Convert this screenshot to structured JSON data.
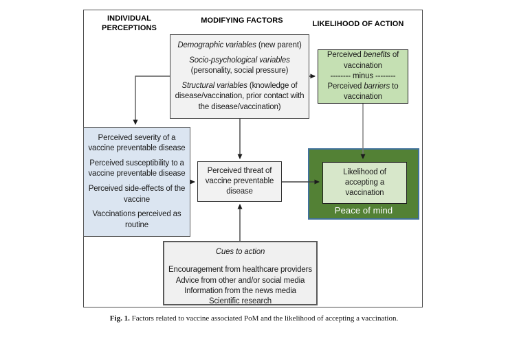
{
  "headers": {
    "individual": "INDIVIDUAL PERCEPTIONS",
    "modifying": "MODIFYING FACTORS",
    "likelihood": "LIKELIHOOD OF ACTION"
  },
  "modifying_box": {
    "paragraphs": [
      {
        "italic": "Demographic variables",
        "normal": " (new parent)"
      },
      {
        "italic": "Socio-psychological variables",
        "normal": " (personality, social pressure)"
      },
      {
        "italic": "Structural variables",
        "normal": " (knowledge of disease/vaccination, prior contact with the disease/vaccination)"
      }
    ]
  },
  "benefits_box": {
    "line1_pre": "Perceived ",
    "line1_italic": "benefits",
    "line1_post": " of vaccination",
    "minus_line": "-------- minus --------",
    "line2_pre": "Perceived ",
    "line2_italic": "barriers",
    "line2_post": " to vaccination"
  },
  "perceptions_box": {
    "items": [
      "Perceived severity of a vaccine preventable disease",
      "Perceived susceptibility to a vaccine preventable disease",
      "Perceived side-effects of the vaccine",
      "Vaccinations perceived as routine"
    ]
  },
  "threat_box": {
    "text": "Perceived threat of vaccine preventable disease"
  },
  "pom_box": {
    "likelihood_text": "Likelihood of accepting a vaccination",
    "pom_label": "Peace of mind"
  },
  "cues_box": {
    "title": "Cues to action",
    "items": [
      "Encouragement from healthcare providers",
      "Advice from other and/or social media",
      "Information from the news media",
      "Scientific research"
    ]
  },
  "caption": {
    "label": "Fig. 1.",
    "text": " Factors related to vaccine associated PoM and the likelihood of accepting a vaccination."
  },
  "colors": {
    "perceptions_fill": "#dbe5f1",
    "modifying_fill": "#f2f2f2",
    "benefits_fill": "#c5e0b3",
    "pom_outer_fill": "#538135",
    "pom_outer_border": "#41719c",
    "likelihood_inner_fill": "#d7e7ca",
    "cues_fill": "#f0f0f0",
    "pom_label_text": "#ffffff"
  }
}
